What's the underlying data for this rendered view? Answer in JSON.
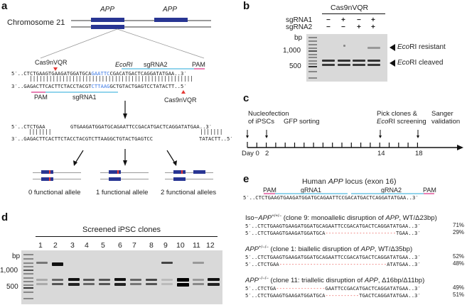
{
  "panels": {
    "a": {
      "label": "a",
      "chromosome_label": "Chromosome 21",
      "gene_labels": [
        "APP",
        "APP"
      ],
      "cas9_top": "Cas9nVQR",
      "ecori_label": "EcoRI",
      "sgrna2_label": "sgRNA2",
      "pam_top": "PAM",
      "seq_top": {
        "prefix": "5′..CTCTGAAGTGAAGATGGATGCA",
        "site": "GAATTC",
        "suffix": "CGACATGACTCAGGATATGAA..3′"
      },
      "bars": "||||||||||||||||||||||||||||||||||||||||||||||||||",
      "seq_bottom": {
        "prefix": "3′..GAGACTTCACTTCTACCTACGT",
        "site": "CTTAAG",
        "suffix": "GCTGTACTGAGTCCTATACTT..5′"
      },
      "pam_bottom": "PAM",
      "sgrna1_label": "sgRNA1",
      "cas9_bottom": "Cas9nVQR",
      "cut_top_left": "5′..CTCTGAA",
      "cut_top_right": "GTGAAGATGGATGCAGAATTCCGACATGACTCAGGATATGAA..3′",
      "cut_bars_left": "|||||||",
      "cut_bars_right": "|||||||",
      "cut_bottom_left": "3′..GAGACTTCACTTCTACCTACGTCTTAAGGCTGTACTGAGTCC",
      "cut_bottom_right": "TATACTT..5′",
      "outcomes": [
        "0 functional allele",
        "1 functional allele",
        "2 functional alleles"
      ]
    },
    "b": {
      "label": "b",
      "header": "Cas9nVQR",
      "row1_label": "sgRNA1",
      "row2_label": "sgRNA2",
      "row1": [
        "−",
        "+",
        "−",
        "+"
      ],
      "row2": [
        "−",
        "−",
        "+",
        "+"
      ],
      "bp_label": "bp",
      "marker_1000": "1,000",
      "marker_500": "500",
      "annot_resistant": {
        "italic": "Eco",
        "rest": "RI resistant"
      },
      "annot_cleaved": {
        "italic": "Eco",
        "rest": "RI cleaved"
      }
    },
    "c": {
      "label": "c",
      "events": [
        {
          "line1": "Nucleofection",
          "line2": "of iPSCs",
          "day": "0"
        },
        {
          "line1": "",
          "line2": "GFP sorting",
          "day": "2"
        },
        {
          "line1": "Pick clones &",
          "line2_italic": "Eco",
          "line2": "RI screening",
          "day": "14"
        },
        {
          "line1": "Sanger",
          "line2": "validation",
          "day": "18"
        }
      ],
      "day_prefix": "Day 0",
      "tick_labels": [
        "2",
        "14",
        "18"
      ]
    },
    "d": {
      "label": "d",
      "header": "Screened iPSC clones",
      "lanes": [
        "1",
        "2",
        "3",
        "4",
        "5",
        "6",
        "7",
        "8",
        "9",
        "10",
        "11",
        "12"
      ],
      "bp_label": "bp",
      "marker_1000": "1,000",
      "marker_500": "500"
    },
    "e": {
      "label": "e",
      "title_pre": "Human ",
      "title_gene": "APP",
      "title_post": " locus (exon 16)",
      "pam_left": "PAM",
      "grna1": "gRNA1",
      "grna2": "gRNA2",
      "pam_right": "PAM",
      "ref_seq": "5′..CTCTGAAGTGAAGATGGATGCAGAATTCCGACATGACTCAGGATATGAA..3′",
      "groups": [
        {
          "title_pre": "Iso−",
          "gene": "APP",
          "sup": "+/+/−",
          "desc_pre": " (clone 9: monoallelic disruption of ",
          "desc_gene": "APP",
          "desc_post": ", WT/Δ23bp)",
          "rows": [
            {
              "a": "5′..CTCTGAAGTGAAGATGGATGCAGAATTCCGACATGACTCAGGATATGAA..3′",
              "dash": "",
              "b": "",
              "pct": "71%"
            },
            {
              "a": "5′..CTCTGAAGTGAAGATGGATGCA",
              "dash": "-----------------------",
              "b": "TGAA..3′",
              "pct": "29%"
            }
          ]
        },
        {
          "title_pre": "",
          "gene": "APP",
          "sup": "+/−/−",
          "desc_pre": " (clone 1: biallelic disruption of ",
          "desc_gene": "APP",
          "desc_post": ", WT/Δ35bp)",
          "rows": [
            {
              "a": "5′..CTCTGAAGTGAAGATGGATGCAGAATTCCGACATGACTCAGGATATGAA..3′",
              "dash": "",
              "b": "",
              "pct": "52%"
            },
            {
              "a": "5′..CTCTGAA",
              "dash": "-----------------------------------",
              "b": "ATATGAA..3′",
              "pct": "48%"
            }
          ]
        },
        {
          "title_pre": "",
          "gene": "APP",
          "sup": "−/−/−",
          "desc_pre": " (clone 11: triallelic disruption of ",
          "desc_gene": "APP",
          "desc_post": ", Δ16bp/Δ11bp)",
          "rows": [
            {
              "a": "5′..CTCTGA",
              "dash": "----------------",
              "b": "GAATTCCGACATGACTCAGGATATGAA..3′",
              "pct": "49%"
            },
            {
              "a": "5′..CTCTGAAGTGAAGATGGATGCA",
              "dash": "-----------",
              "b": "TGACTCAGGATATGAA..3′",
              "pct": "51%"
            }
          ]
        }
      ]
    }
  },
  "colors": {
    "exon": "#283593",
    "mutation": "#e53935",
    "ecori_site": "#3d7ae6",
    "sgrna_line": "#6ec6e6",
    "pam_line": "#e0559a",
    "deletion": "#e53935"
  }
}
